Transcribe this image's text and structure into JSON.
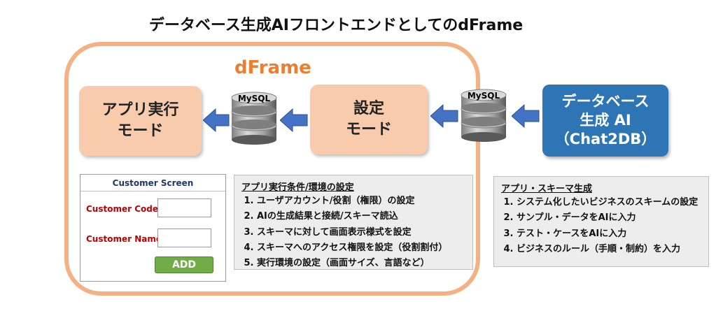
{
  "title": "データベース生成AIフロントエンドとしてのdFrame",
  "frame": {
    "label": "dFrame"
  },
  "boxes": {
    "run_mode": "アプリ実行\nモード",
    "settings_mode": "設定\nモード",
    "ai": "データベース\n生成 AI\n（Chat2DB）"
  },
  "databases": [
    {
      "label": "MySQL"
    },
    {
      "label": "MySQL"
    }
  ],
  "customer_screen": {
    "title": "Customer Screen",
    "code_label": "Customer Code",
    "name_label": "Customer Name",
    "button": "ADD"
  },
  "settings_note": {
    "heading": "アプリ実行条件/環境の設定",
    "items": [
      "ユーザアカウント/役割（権限）の設定",
      "AIの生成結果と接続/スキーマ読込",
      "スキーマに対して画面表示様式を設定",
      "スキーマへのアクセス権限を設定（役割割付）",
      "実行環境の設定（画面サイズ、言語など）"
    ]
  },
  "ai_note": {
    "heading": "アプリ・スキーマ生成",
    "items": [
      "システム化したいビジネスのスキームの設定",
      "サンプル・データをAIに入力",
      "テスト・ケースをAIに入力",
      "ビジネスのルール（手順・制約）を入力"
    ]
  },
  "colors": {
    "frame_border": "#f4b183",
    "frame_label": "#ed7d31",
    "mode_box": "#f8cbad",
    "ai_box": "#2e75b6",
    "arrow": "#4472c4",
    "add_button": "#70ad47",
    "field_label": "#c00000"
  }
}
